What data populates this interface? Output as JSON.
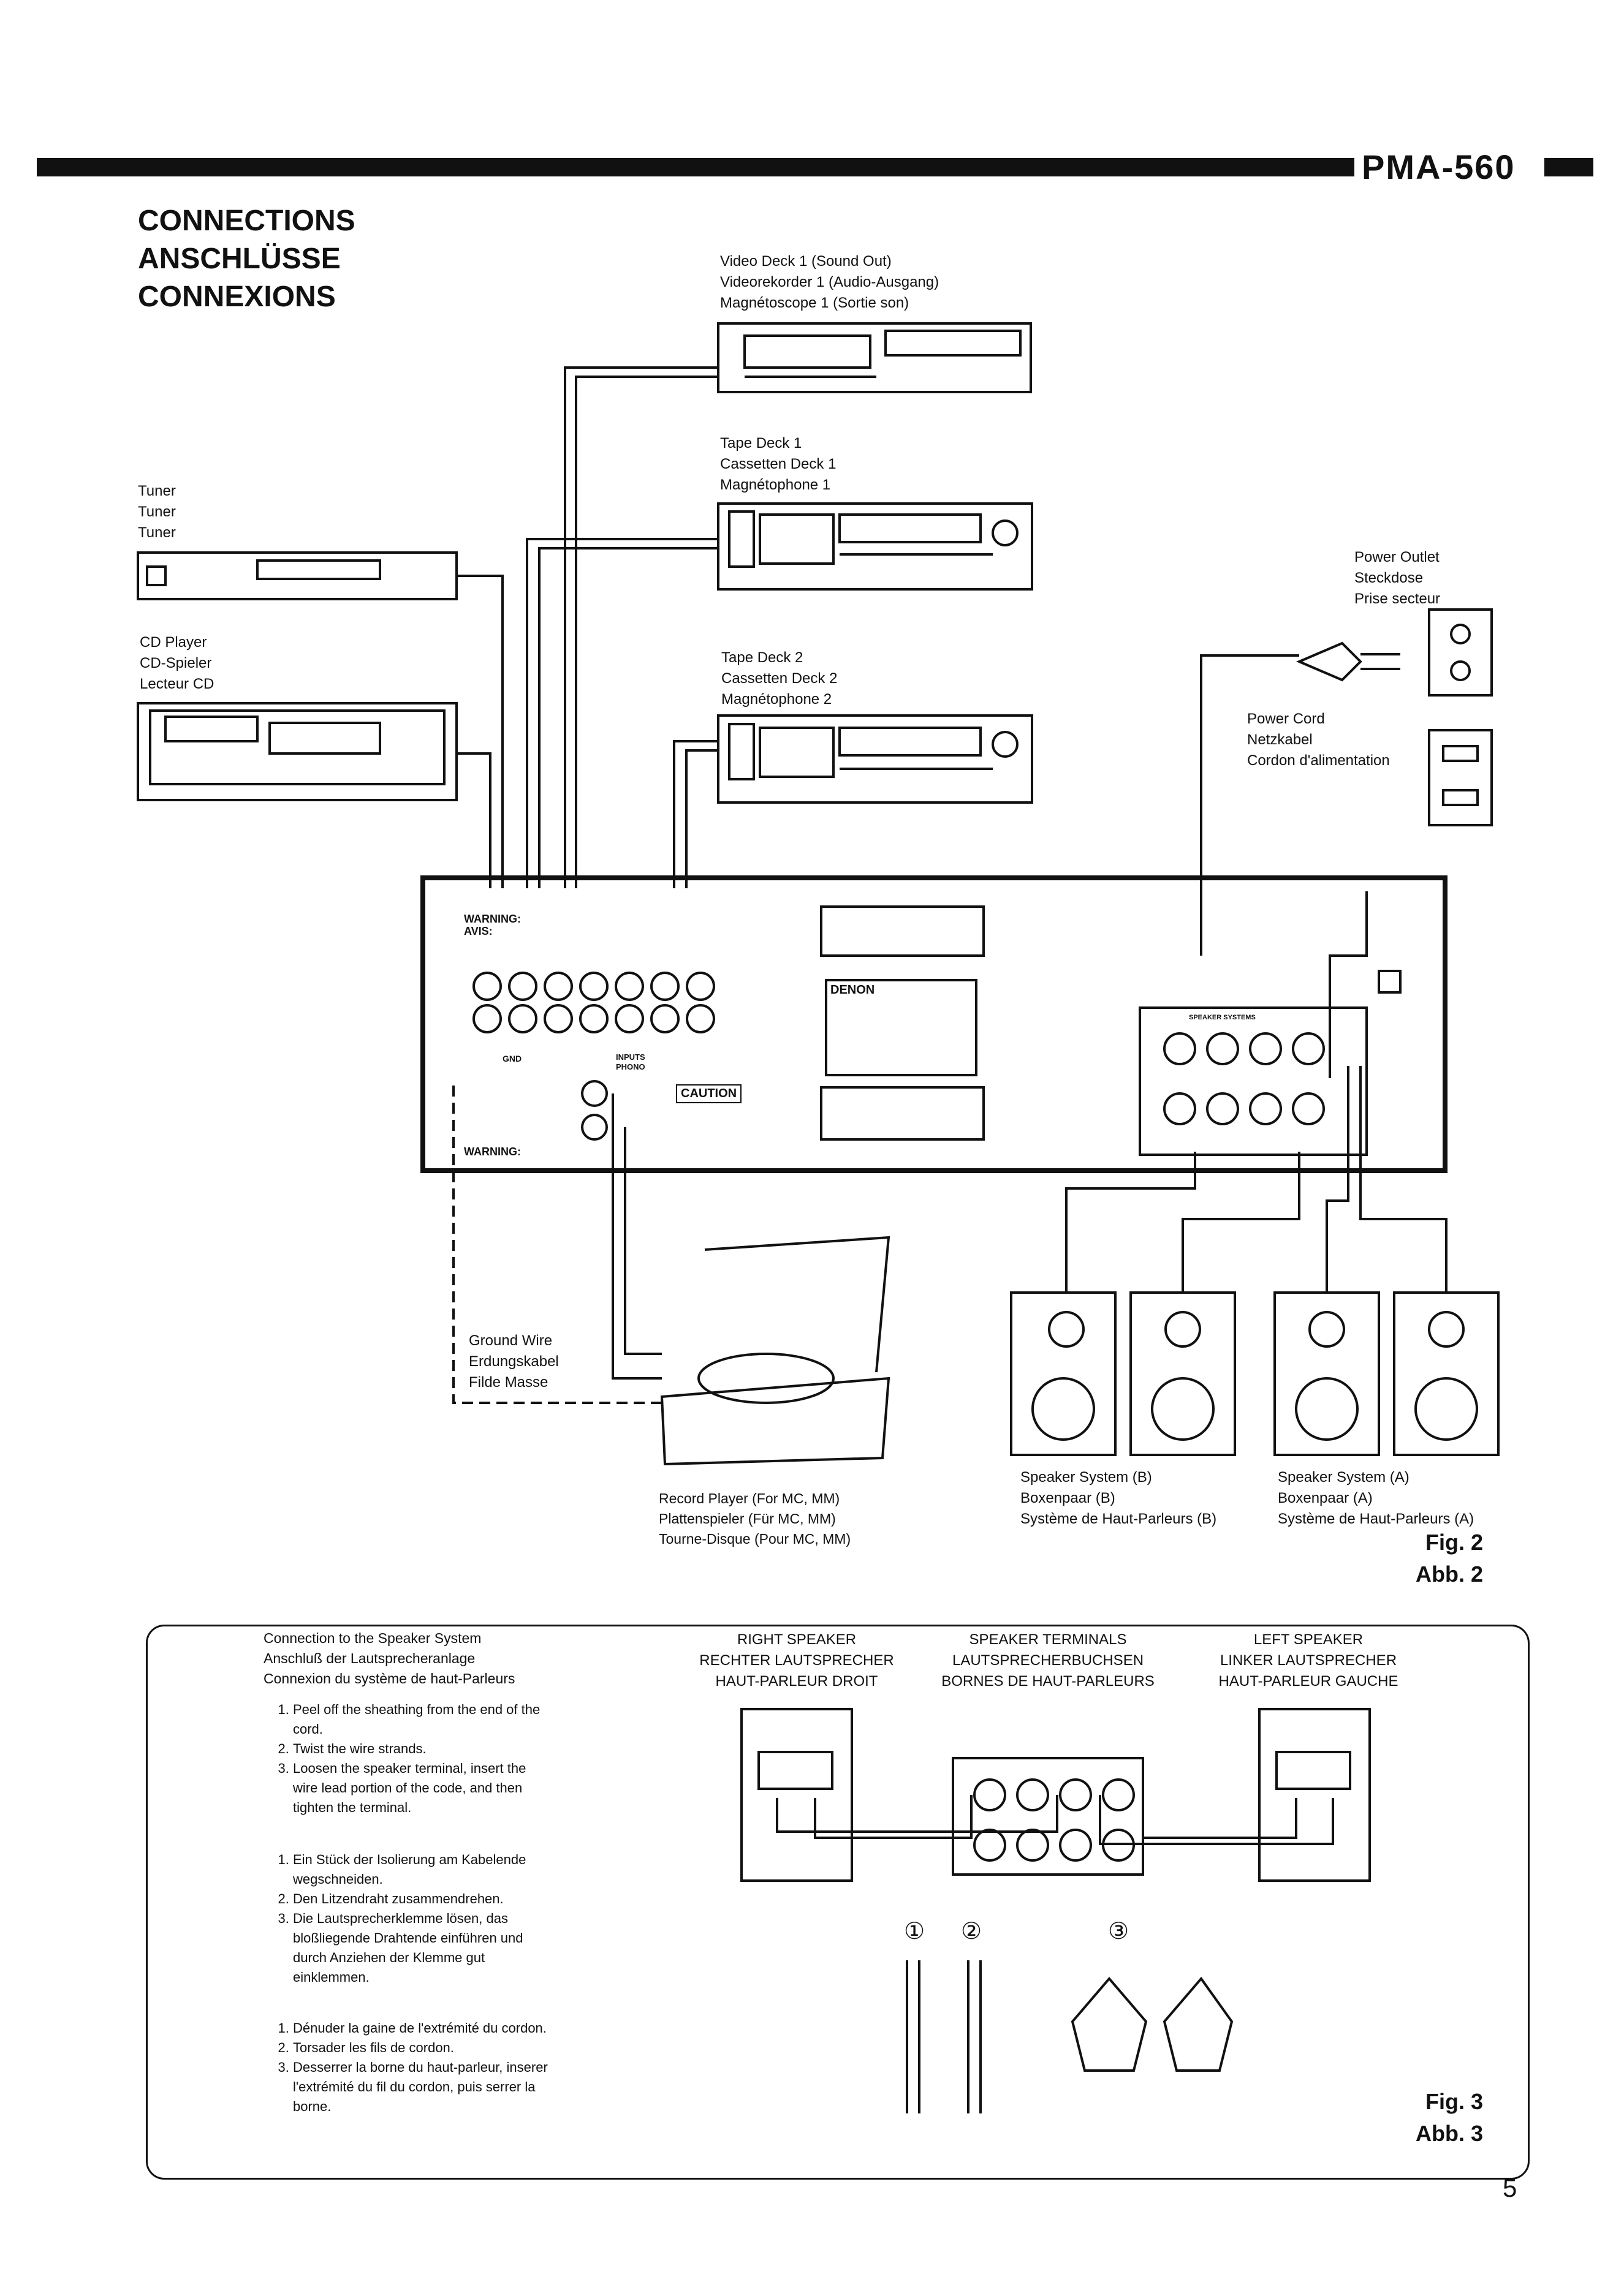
{
  "header": {
    "model": "PMA-560",
    "headings": [
      "CONNECTIONS",
      "ANSCHLÜSSE",
      "CONNEXIONS"
    ]
  },
  "fig2": {
    "video_deck": [
      "Video Deck 1 (Sound Out)",
      "Videorekorder 1 (Audio-Ausgang)",
      "Magnétoscope 1 (Sortie son)"
    ],
    "tape_deck1": [
      "Tape Deck 1",
      "Cassetten Deck 1",
      "Magnétophone 1"
    ],
    "tuner": [
      "Tuner",
      "Tuner",
      "Tuner"
    ],
    "cd_player": [
      "CD Player",
      "CD-Spieler",
      "Lecteur CD"
    ],
    "tape_deck2": [
      "Tape Deck 2",
      "Cassetten Deck 2",
      "Magnétophone 2"
    ],
    "power_outlet": [
      "Power Outlet",
      "Steckdose",
      "Prise secteur"
    ],
    "power_cord": [
      "Power Cord",
      "Netzkabel",
      "Cordon d'alimentation"
    ],
    "ground_wire": [
      "Ground Wire",
      "Erdungskabel",
      "Filde Masse"
    ],
    "record_player": [
      "Record Player (For MC, MM)",
      "Plattenspieler (Für MC, MM)",
      "Tourne-Disque (Pour MC, MM)"
    ],
    "speaker_b": [
      "Speaker System (B)",
      "Boxenpaar (B)",
      "Système de Haut-Parleurs (B)"
    ],
    "speaker_a": [
      "Speaker System (A)",
      "Boxenpaar (A)",
      "Système de Haut-Parleurs (A)"
    ],
    "caption": [
      "Fig. 2",
      "Abb. 2"
    ],
    "panel": {
      "warning": "WARNING:",
      "avis": "AVIS:",
      "warning2": "WARNING:",
      "caution": "CAUTION",
      "brand": "DENON",
      "gnd": "GND",
      "inputs": "INPUTS",
      "phono": "PHONO",
      "speaker_systems": "SPEAKER SYSTEMS"
    }
  },
  "fig3": {
    "intro": [
      "Connection to the Speaker System",
      "Anschluß der Lautsprecheranlage",
      "Connexion du système de haut-Parleurs"
    ],
    "steps_en": [
      "Peel off the sheathing from the end of the cord.",
      "Twist the wire strands.",
      "Loosen the speaker terminal, insert the wire lead portion of the code, and then tighten the terminal."
    ],
    "steps_de": [
      "Ein Stück der Isolierung am Kabelende wegschneiden.",
      "Den Litzendraht zusammendrehen.",
      "Die Lautsprecherklemme lösen, das bloßliegende Drahtende einführen und durch Anziehen der Klemme gut einklemmen."
    ],
    "steps_fr": [
      "Dénuder la gaine de l'extrémité du cordon.",
      "Torsader les fils de cordon.",
      "Desserrer la borne du haut-parleur, inserer l'extrémité du fil du cordon, puis serrer la borne."
    ],
    "right_speaker": [
      "RIGHT SPEAKER",
      "RECHTER LAUTSPRECHER",
      "HAUT-PARLEUR DROIT"
    ],
    "speaker_terminals": [
      "SPEAKER TERMINALS",
      "LAUTSPRECHERBUCHSEN",
      "BORNES DE HAUT-PARLEURS"
    ],
    "left_speaker": [
      "LEFT SPEAKER",
      "LINKER LAUTSPRECHER",
      "HAUT-PARLEUR GAUCHE"
    ],
    "step_marks": [
      "①",
      "②",
      "③"
    ],
    "caption": [
      "Fig. 3",
      "Abb. 3"
    ]
  },
  "page_number": "5"
}
